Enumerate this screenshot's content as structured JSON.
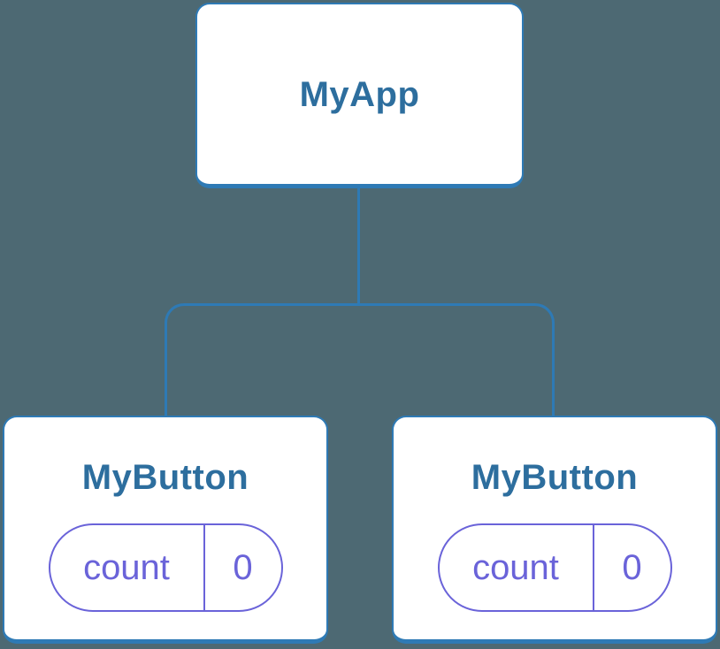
{
  "diagram": {
    "type": "component-tree",
    "colors": {
      "background": "#4D6973",
      "connector_stroke": "#2E7AB5",
      "card_fill": "#FFFFFF",
      "title_text": "#2D6E9E",
      "state_accent": "#6A63D9"
    },
    "root": {
      "label": "MyApp"
    },
    "children": [
      {
        "label": "MyButton",
        "state": {
          "name": "count",
          "value": "0"
        }
      },
      {
        "label": "MyButton",
        "state": {
          "name": "count",
          "value": "0"
        }
      }
    ]
  }
}
